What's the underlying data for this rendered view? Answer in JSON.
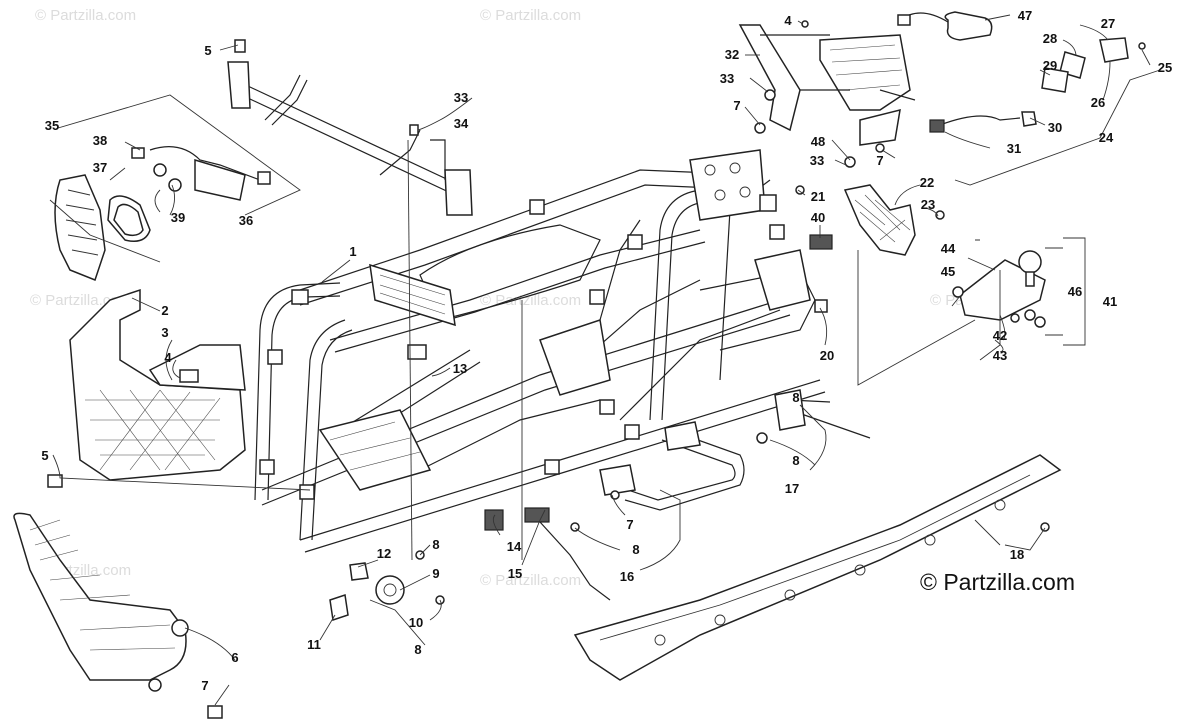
{
  "diagram": {
    "watermark": "© Partzilla.com",
    "brand": "© Partzilla.com",
    "callouts": [
      "1",
      "2",
      "3",
      "4",
      "4",
      "5",
      "5",
      "6",
      "7",
      "7",
      "7",
      "7",
      "8",
      "8",
      "8",
      "8",
      "8",
      "9",
      "10",
      "11",
      "12",
      "13",
      "14",
      "15",
      "16",
      "17",
      "18",
      "20",
      "21",
      "22",
      "23",
      "24",
      "25",
      "26",
      "27",
      "28",
      "29",
      "30",
      "31",
      "32",
      "33",
      "33",
      "33",
      "34",
      "35",
      "36",
      "37",
      "38",
      "39",
      "40",
      "41",
      "42",
      "43",
      "44",
      "45",
      "46",
      "47",
      "48"
    ]
  }
}
